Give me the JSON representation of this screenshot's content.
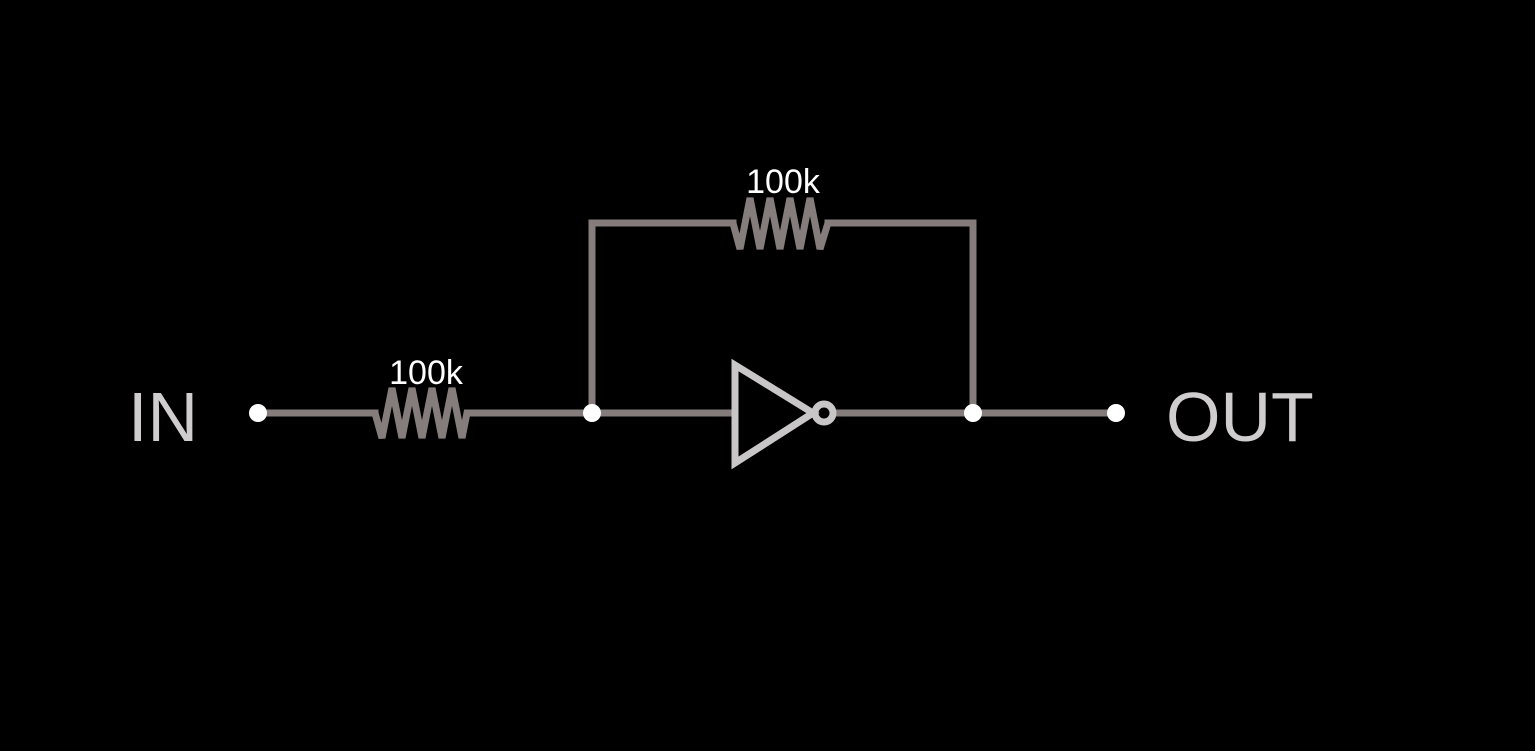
{
  "diagram": {
    "input_label": "IN",
    "output_label": "OUT",
    "input_resistor": {
      "value": "100k"
    },
    "feedback_resistor": {
      "value": "100k"
    },
    "amplifier": {
      "type": "inverter"
    }
  },
  "colors": {
    "background": "#000000",
    "wire": "#857d7b",
    "component": "#c8c6c6",
    "node": "#ffffff",
    "terminal_label": "#cfcdcd",
    "value_label": "#ffffff"
  }
}
